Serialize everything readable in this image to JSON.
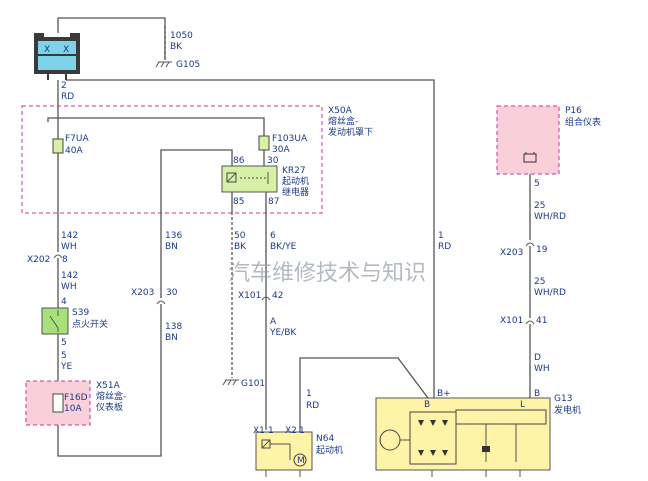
{
  "watermark": "汽车维修技术与知识",
  "battery": {
    "wire_to_ground": [
      "1050",
      "BK"
    ],
    "ground": "G105",
    "out_wire": [
      "2",
      "RD"
    ]
  },
  "fusebox_x50a": {
    "id": "X50A",
    "name_line1": "熔丝盒-",
    "name_line2": "发动机罩下",
    "fuse1": [
      "F7UA",
      "40A"
    ],
    "fuse2": [
      "F103UA",
      "30A"
    ],
    "relay": {
      "id": "KR27",
      "name_line1": "起动机",
      "name_line2": "继电器",
      "pins": [
        "86",
        "30",
        "85",
        "87"
      ]
    }
  },
  "left_chain": {
    "wire_142a": [
      "142",
      "WH"
    ],
    "x202_conn": [
      "X202",
      "8"
    ],
    "wire_142b": [
      "142",
      "WH"
    ],
    "s39_pin_top": "4",
    "switch": [
      "S39",
      "点火开关"
    ],
    "s39_pin_bottom": "5",
    "wire_5": [
      "5",
      "YE"
    ],
    "fusebox_x51a": [
      "X51A",
      "熔丝盒-",
      "仪表板"
    ],
    "fuse_f16d": [
      "F16D",
      "10A"
    ]
  },
  "mid_chain": {
    "wire_136": [
      "136",
      "BN"
    ],
    "x203_conn": [
      "X203",
      "30"
    ],
    "wire_138": [
      "138",
      "BN"
    ],
    "wire_50": [
      "50",
      "BK"
    ],
    "ground": "G101",
    "wire_6": [
      "6",
      "BK/YE"
    ],
    "x101_conn": [
      "X101",
      "42"
    ],
    "wire_a": [
      "A",
      "YE/BK"
    ],
    "starter": [
      "N64",
      "起动机"
    ],
    "starter_conn1": [
      "X1",
      "1"
    ],
    "starter_conn2": [
      "X2",
      "1"
    ],
    "wire_1_rd_short": [
      "1",
      "RD"
    ]
  },
  "right_chain": {
    "wire_1_rd_long": [
      "1",
      "RD"
    ],
    "cluster": [
      "P16",
      "组合仪表"
    ],
    "cluster_pin": "5",
    "wire_25a": [
      "25",
      "WH/RD"
    ],
    "x203_conn": [
      "X203",
      "19"
    ],
    "wire_25b": [
      "25",
      "WH/RD"
    ],
    "x101_conn": [
      "X101",
      "41"
    ],
    "wire_d": [
      "D",
      "WH"
    ],
    "generator": [
      "G13",
      "发电机"
    ],
    "gen_pins": [
      "B+",
      "B",
      "B",
      "L"
    ]
  }
}
